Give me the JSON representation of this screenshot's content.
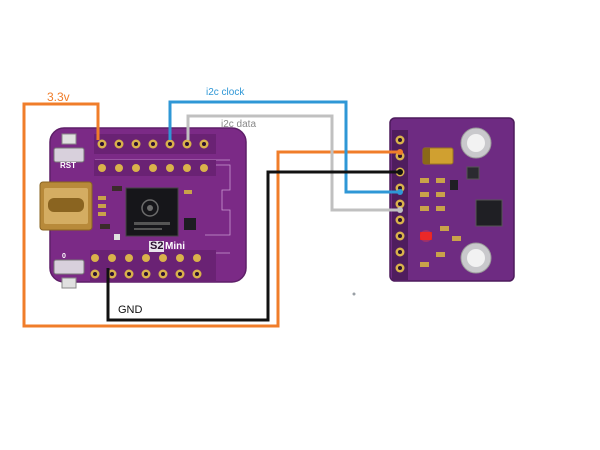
{
  "wires": {
    "power": {
      "label": "3.3v",
      "color": "#f07d2a"
    },
    "clock": {
      "label": "i2c clock",
      "color": "#2f97d6"
    },
    "data": {
      "label": "i2c data",
      "color": "#c0c0c0"
    },
    "ground": {
      "label": "GND",
      "color": "#111111"
    }
  },
  "board": {
    "name": "S2",
    "variant": "Mini",
    "reset_label": "RST",
    "boot_label": "0",
    "pcb_color": "#7b2a86"
  },
  "sensor": {
    "pcb_color": "#6e2b82"
  }
}
